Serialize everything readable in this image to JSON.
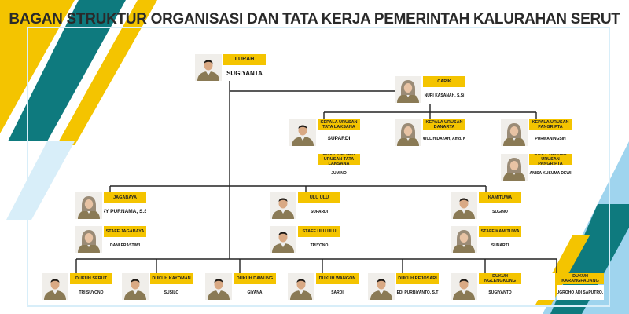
{
  "title": "BAGAN STRUKTUR ORGANISASI DAN TATA KERJA PEMERINTAH KALURAHAN SERUT",
  "colors": {
    "yellow": "#f4c400",
    "teal": "#0e7a7e",
    "lightblue": "#9fd4ee",
    "line": "#222222"
  },
  "positions": [
    {
      "id": "lurah",
      "role": "LURAH",
      "name": "SUGIYANTA",
      "gender": "m"
    },
    {
      "id": "carik",
      "role": "CARIK",
      "name": "NURI KASANAH, S.Si",
      "gender": "f"
    },
    {
      "id": "tata_laksana",
      "role": "KEPALA URUSAN TATA LAKSANA",
      "name": "SUPARDI",
      "gender": "m"
    },
    {
      "id": "danarta",
      "role": "KEPALA URUSAN DANARTA",
      "name": "NURUL HIDAYAH, Amd. Keb",
      "gender": "f"
    },
    {
      "id": "pangripta",
      "role": "KEPALA URUSAN PANGRIPTA",
      "name": "PURWANINGSIH",
      "gender": "f"
    },
    {
      "id": "staff_tata_laksana",
      "role": "STAFF KEPALA URUSAN TATA LAKSANA",
      "name": "JUMINO",
      "gender": "none"
    },
    {
      "id": "staff_pangripta",
      "role": "STAFF KEPALA URUSAN PANGRIPTA",
      "name": "ANISA KUSUMA DEWI",
      "gender": "f"
    },
    {
      "id": "jagabaya",
      "role": "JAGABAYA",
      "name": "RIKY PURNAMA, S.Sos",
      "gender": "f"
    },
    {
      "id": "staff_jagabaya",
      "role": "STAFF JAGABAYA",
      "name": "DANI PRASTIWI",
      "gender": "f"
    },
    {
      "id": "ulu_ulu",
      "role": "ULU ULU",
      "name": "SUPARDI",
      "gender": "m"
    },
    {
      "id": "staff_ulu_ulu",
      "role": "STAFF ULU ULU",
      "name": "TRIYONO",
      "gender": "m"
    },
    {
      "id": "kamituwa",
      "role": "KAMITUWA",
      "name": "SUGINO",
      "gender": "m"
    },
    {
      "id": "staff_kamituwa",
      "role": "STAFF KAMITUWA",
      "name": "SUNARTI",
      "gender": "f"
    },
    {
      "id": "dukuh_serut",
      "role": "DUKUH SERUT",
      "name": "TRI SUYONO",
      "gender": "m"
    },
    {
      "id": "dukuh_kayoman",
      "role": "DUKUH KAYOMAN",
      "name": "SUSILO",
      "gender": "m"
    },
    {
      "id": "dukuh_dawung",
      "role": "DUKUH DAWUNG",
      "name": "GIYANA",
      "gender": "m"
    },
    {
      "id": "dukuh_wangon",
      "role": "DUKUH WANGON",
      "name": "SARDI",
      "gender": "m"
    },
    {
      "id": "dukuh_rejosari",
      "role": "DUKUH REJOSARI",
      "name": "EDI PURBIYANTO, S.T",
      "gender": "m"
    },
    {
      "id": "dukuh_nglengkong",
      "role": "DUKUH NGLENGKONG",
      "name": "SUGIYANTO",
      "gender": "m"
    },
    {
      "id": "dukuh_karangpadang",
      "role": "DUKUH KARANGPADANG",
      "name": "NUGROHO ADI SAPUTRO, S",
      "gender": "none"
    }
  ]
}
